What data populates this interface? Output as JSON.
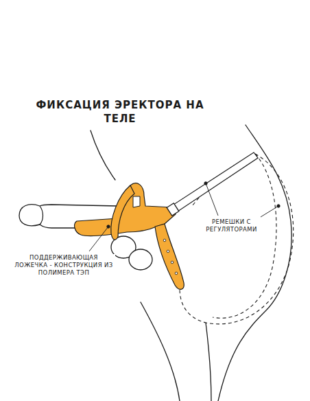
{
  "diagram": {
    "title": "ФИКСАЦИЯ ЭРЕКТОРА НА ТЕЛЕ",
    "labels": [
      "РЕМЕШКИ С РЕГУЛЯТОРАМИ",
      "ПОДДЕРЖИВАЮЩАЯ ЛОЖЕЧКА - КОНСТРУКЦИЯ ИЗ ПОЛИМЕРА ТЭП"
    ]
  }
}
